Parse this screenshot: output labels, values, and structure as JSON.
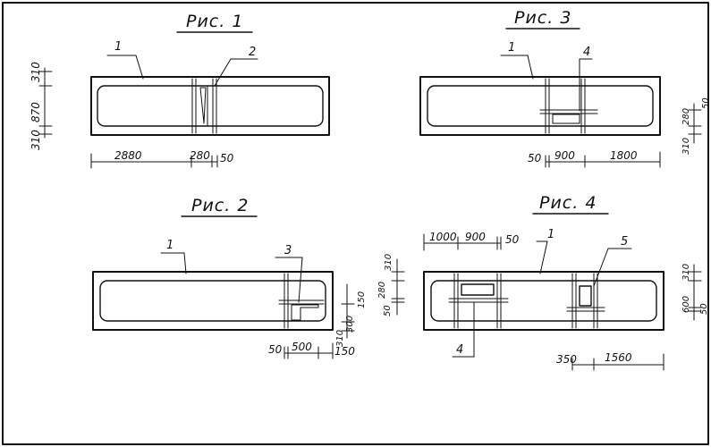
{
  "figures": {
    "fig1": {
      "title": "Рис. 1",
      "callouts": [
        "1",
        "2"
      ],
      "vdims": [
        "310",
        "870",
        "310"
      ],
      "hdims": [
        "2880",
        "280",
        "50"
      ]
    },
    "fig2": {
      "title": "Рис. 2",
      "callouts": [
        "1",
        "3"
      ],
      "vdims": [
        "310",
        "300",
        "150"
      ],
      "hdims": [
        "50",
        "500",
        "150"
      ]
    },
    "fig3": {
      "title": "Рис. 3",
      "callouts": [
        "1",
        "4"
      ],
      "vdims": [
        "310",
        "280",
        "50"
      ],
      "hdims": [
        "50",
        "900",
        "1800"
      ]
    },
    "fig4": {
      "title": "Рис. 4",
      "callouts": [
        "1",
        "5",
        "4"
      ],
      "vdims_left": [
        "310",
        "280",
        "50"
      ],
      "vdims_right": [
        "310",
        "600",
        "50"
      ],
      "hdims_top": [
        "1000",
        "900",
        "50"
      ],
      "hdims_bottom": [
        "350",
        "1560"
      ]
    }
  }
}
